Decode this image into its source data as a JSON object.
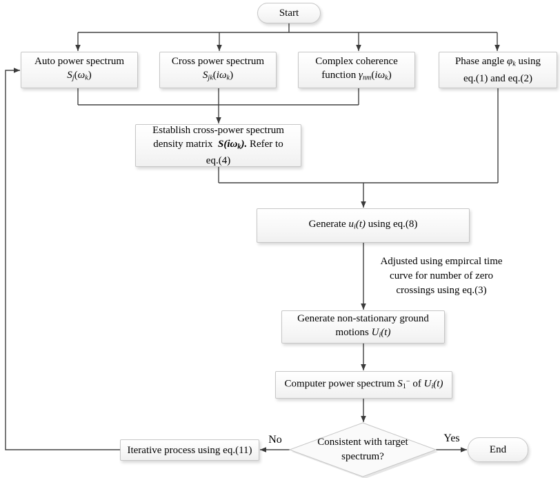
{
  "diagram": {
    "colors": {
      "line": "#404040",
      "node_border": "#c6c6c6",
      "node_fill": "#f8f8f8",
      "text": "#000000"
    },
    "nodes": {
      "start": {
        "label": "Start"
      },
      "auto": {
        "lines": [
          [
            "Auto power spectrum"
          ],
          [
            {
              "t": "S",
              "i": true
            },
            {
              "t": "j",
              "i": true,
              "sub": true
            },
            {
              "t": "("
            },
            {
              "t": "ω",
              "i": true
            },
            {
              "t": "k",
              "i": true,
              "sub": true
            },
            {
              "t": ")"
            }
          ]
        ]
      },
      "cross": {
        "lines": [
          [
            "Cross power spectrum"
          ],
          [
            {
              "t": "S",
              "i": true
            },
            {
              "t": "jk",
              "i": true,
              "sub": true
            },
            {
              "t": "("
            },
            {
              "t": "i",
              "i": true
            },
            {
              "t": "ω",
              "i": true
            },
            {
              "t": "k",
              "i": true,
              "sub": true
            },
            {
              "t": ")"
            }
          ]
        ]
      },
      "coherence": {
        "lines": [
          [
            "Complex coherence"
          ],
          [
            {
              "t": "function "
            },
            {
              "t": "γ",
              "i": true
            },
            {
              "t": "nm",
              "i": true,
              "sub": true
            },
            {
              "t": "("
            },
            {
              "t": "i",
              "i": true
            },
            {
              "t": "ω",
              "i": true
            },
            {
              "t": "k",
              "i": true,
              "sub": true
            },
            {
              "t": ")"
            }
          ]
        ]
      },
      "phase": {
        "lines": [
          [
            {
              "t": "Phase angle "
            },
            {
              "t": "φ",
              "i": true
            },
            {
              "t": "k",
              "i": true,
              "sub": true
            },
            {
              "t": " using"
            }
          ],
          [
            "eq.(1) and eq.(2)"
          ]
        ]
      },
      "establish": {
        "lines": [
          [
            "Establish cross-power spectrum"
          ],
          [
            {
              "t": "density matrix  "
            },
            {
              "t": "S(i",
              "b": true,
              "i": true
            },
            {
              "t": "ω",
              "b": true,
              "i": true
            },
            {
              "t": "k",
              "b": true,
              "i": true,
              "sub": true
            },
            {
              "t": ").",
              "b": true,
              "i": true
            },
            {
              "t": " Refer to"
            }
          ],
          [
            "eq.(4)"
          ]
        ]
      },
      "generate_u": {
        "lines": [
          [
            {
              "t": "Generate "
            },
            {
              "t": "u",
              "i": true
            },
            {
              "t": "i",
              "i": true,
              "sub": true
            },
            {
              "t": "(t)",
              "i": true
            },
            {
              "t": " using eq.(8)"
            }
          ]
        ]
      },
      "generate_U": {
        "lines": [
          [
            "Generate non-stationary ground"
          ],
          [
            {
              "t": "motions "
            },
            {
              "t": "U",
              "i": true
            },
            {
              "t": "i",
              "i": true,
              "sub": true
            },
            {
              "t": "(t)",
              "i": true
            }
          ]
        ]
      },
      "computer": {
        "lines": [
          [
            {
              "t": "Computer power spectrum "
            },
            {
              "t": "S",
              "i": true
            },
            {
              "t": "1",
              "sub": true
            },
            {
              "t": "−",
              "sup": true
            },
            {
              "t": " of "
            },
            {
              "t": "U",
              "i": true
            },
            {
              "t": "i",
              "i": true,
              "sub": true
            },
            {
              "t": "(t)",
              "i": true
            }
          ]
        ]
      },
      "decision": {
        "lines": [
          [
            "Consistent with target"
          ],
          [
            "spectrum?"
          ]
        ]
      },
      "iterative": {
        "label": "Iterative process using eq.(11)"
      },
      "end": {
        "label": "End"
      }
    },
    "annotation": {
      "lines": [
        [
          "Adjusted using empircal time"
        ],
        [
          "curve for number of zero"
        ],
        [
          "crossings using eq.(3)"
        ]
      ]
    },
    "edge_labels": {
      "yes": "Yes",
      "no": "No"
    }
  }
}
